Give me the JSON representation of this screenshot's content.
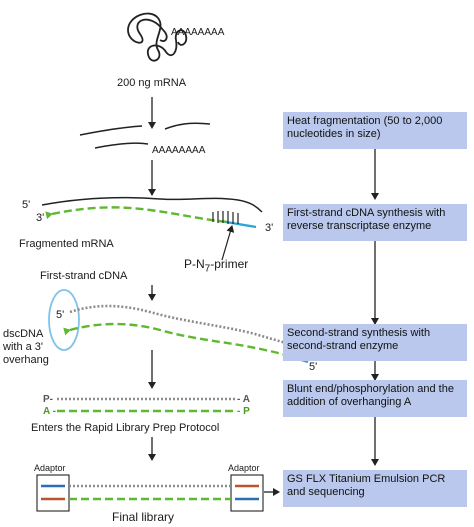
{
  "labels": {
    "polya_top": "AAAAAAAA",
    "mrna_amount": "200 ng mRNA",
    "polya_frag": "AAAAAAAA",
    "five_prime_a": "5'",
    "three_prime_a": "3'",
    "three_prime_b": "3'",
    "fragmented_mrna": "Fragmented mRNA",
    "primer": "P-N",
    "primer_sub": "7",
    "primer_suffix": "-primer",
    "first_strand_cdna": "First-strand cDNA",
    "five_prime_c": "5'",
    "three_prime_c": "3'",
    "five_prime_d": "5'",
    "dscdna_line1": "dscDNA",
    "dscdna_line2": "with a 3'",
    "dscdna_line3": "overhang",
    "p_top": "P-",
    "a_top": "- A",
    "a_bottom": "A -",
    "p_bottom": "- P",
    "rapid_library": "Enters the Rapid Library Prep Protocol",
    "adaptor_left": "Adaptor",
    "adaptor_right": "Adaptor",
    "final_library": "Final library"
  },
  "steps": [
    {
      "text": "Heat fragmentation (50 to 2,000 nucleotides in size)"
    },
    {
      "text": "First-strand cDNA synthesis with reverse transcriptase enzyme"
    },
    {
      "text": "Second-strand synthesis with second-strand enzyme"
    },
    {
      "text": "Blunt end/phosphorylation and the addition of overhanging A"
    },
    {
      "text": "GS FLX Titanium Emulsion PCR and sequencing"
    }
  ],
  "colors": {
    "step_box": "#b9c8ec",
    "cdna_strand": "#5fb830",
    "second_strand": "#8c8c8c",
    "primer_segment": "#2aa5d6",
    "adaptor_blue": "#2a6fb5",
    "adaptor_orange": "#b8552a",
    "ellipse": "#7fc4e8"
  }
}
